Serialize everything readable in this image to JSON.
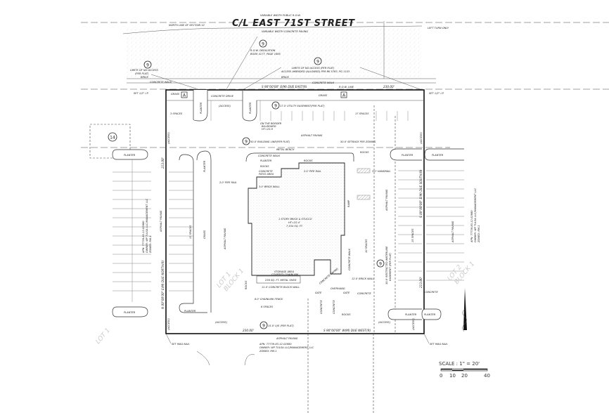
{
  "street": {
    "title": "C/L EAST 71ST STREET",
    "row_above": "VARIABLE WIDTH PUBLIC R.O.W.",
    "paving_below": "VARIABLE WIDTH CONCRETE PAVING",
    "section_line": "NORTH LINE OF SECTION 12",
    "left_turn": "LEFT TURN ONLY"
  },
  "notes": {
    "row_dedication": [
      "R.O.W. DEDICATION",
      "BOOK 4177, PAGE 1885"
    ],
    "limits_no_access_left": [
      "LIMITS OF NO ACCESS",
      "(PER PLAT)"
    ],
    "limits_no_access_right": [
      "LIMITS OF NO ACCESS (PER PLAT)",
      "ACCESS AMENDED (ALLOWED) PER BK 5763, PG 1153"
    ],
    "brick": "BRICK",
    "concrete_walk": "CONCRETE WALK",
    "north_bearing": "S 90°00'00\" E(M)  DUE EAST(R)",
    "row_line": "R.O.W. LINE",
    "north_distance": "230.00'",
    "set_ip": "SET 1/2\" I.P.",
    "grass": "GRASS",
    "concrete_drive": "CONCRETE DRIVE",
    "access": "(ACCESS)",
    "planter": "PLANTER",
    "utility_easement": "17.5' UTILITY EASEMENT(PER PLAT)",
    "spaces_3": "3 SPACES",
    "spaces_17": "17 SPACES",
    "billboard": [
      "ON THE BORDER",
      "BILLBOARD",
      "HT=25.9"
    ],
    "asphalt_paving": "ASPHALT PAVING",
    "building_line": "50.0' BUILDING LINE(PER PLAT)",
    "setback": "50.0' SETBACK PER ZONING",
    "metal_bench": "METAL BENCH",
    "rocks": "ROCKS",
    "patio": [
      "CONCRETE",
      "PATIO AREA"
    ],
    "overhang": "OVERHANG",
    "pipe_rail": "2.0' PIPE RAIL",
    "brick_wall_3": "3.0' BRICK WALL",
    "handrail": "3.0' HANDRAIL",
    "ramp": "RAMP",
    "building": [
      "1 STORY BRICK & STUCCO",
      "HT=22.4'",
      "7,534 SQ. FT."
    ],
    "storage": [
      "STORAGE AREA",
      "COVERED CHAINLINK"
    ],
    "metal_shed": "236 SQ. FT. METAL SHED",
    "block_wall": "11.0' CONCRETE BLOCK WALL",
    "chainlink": "8.0' CHAINLINK FENCE",
    "gate": "GATE",
    "concrete_paving": "CONCRETE PAVING",
    "concrete": "CONCRETE",
    "brick_wall_12": "12.0' BRICK WALL",
    "waterline": [
      "30.0' RESTRICTED WATERLINE",
      "EASEMENT (PER PLAT)"
    ],
    "spaces_6": "6 SPACES",
    "spaces_10": "10 SPACES",
    "spaces_15": "15 SPACES",
    "ue": "15.0' U/E (PER PLAT)",
    "south_bearing": "S 90°00'00\" W(M)  DUE WEST(R)",
    "south_distance": "230.00'",
    "west_bearing": "N 00°00'00\" E(M)  DUE NORTH(R)",
    "east_bearing": "S 00°00'00\" E(M)  DUE SOUTH(R)",
    "side_distance": "213.00'",
    "set_mag": "SET MAG NAIL",
    "apn_block": [
      "APN: 77739-83-12-02880",
      "OWNER: WP TULSA LLC/MANAGEMENT LLC",
      "ZONED: RM-1"
    ],
    "lot_left": [
      "LOT 1",
      "BLOCK 1"
    ],
    "lot_right": [
      "LOT 2",
      "BLOCK 1"
    ],
    "walk_labels": "CONCRETE WALK"
  },
  "callouts": {
    "nine": "9",
    "fourteen": "14",
    "a": "A"
  },
  "scale": {
    "label": "SCALE :  1\" = 20'",
    "ticks": [
      "0",
      "10",
      "20",
      "40"
    ]
  },
  "north_arrow": "north-arrow-icon"
}
